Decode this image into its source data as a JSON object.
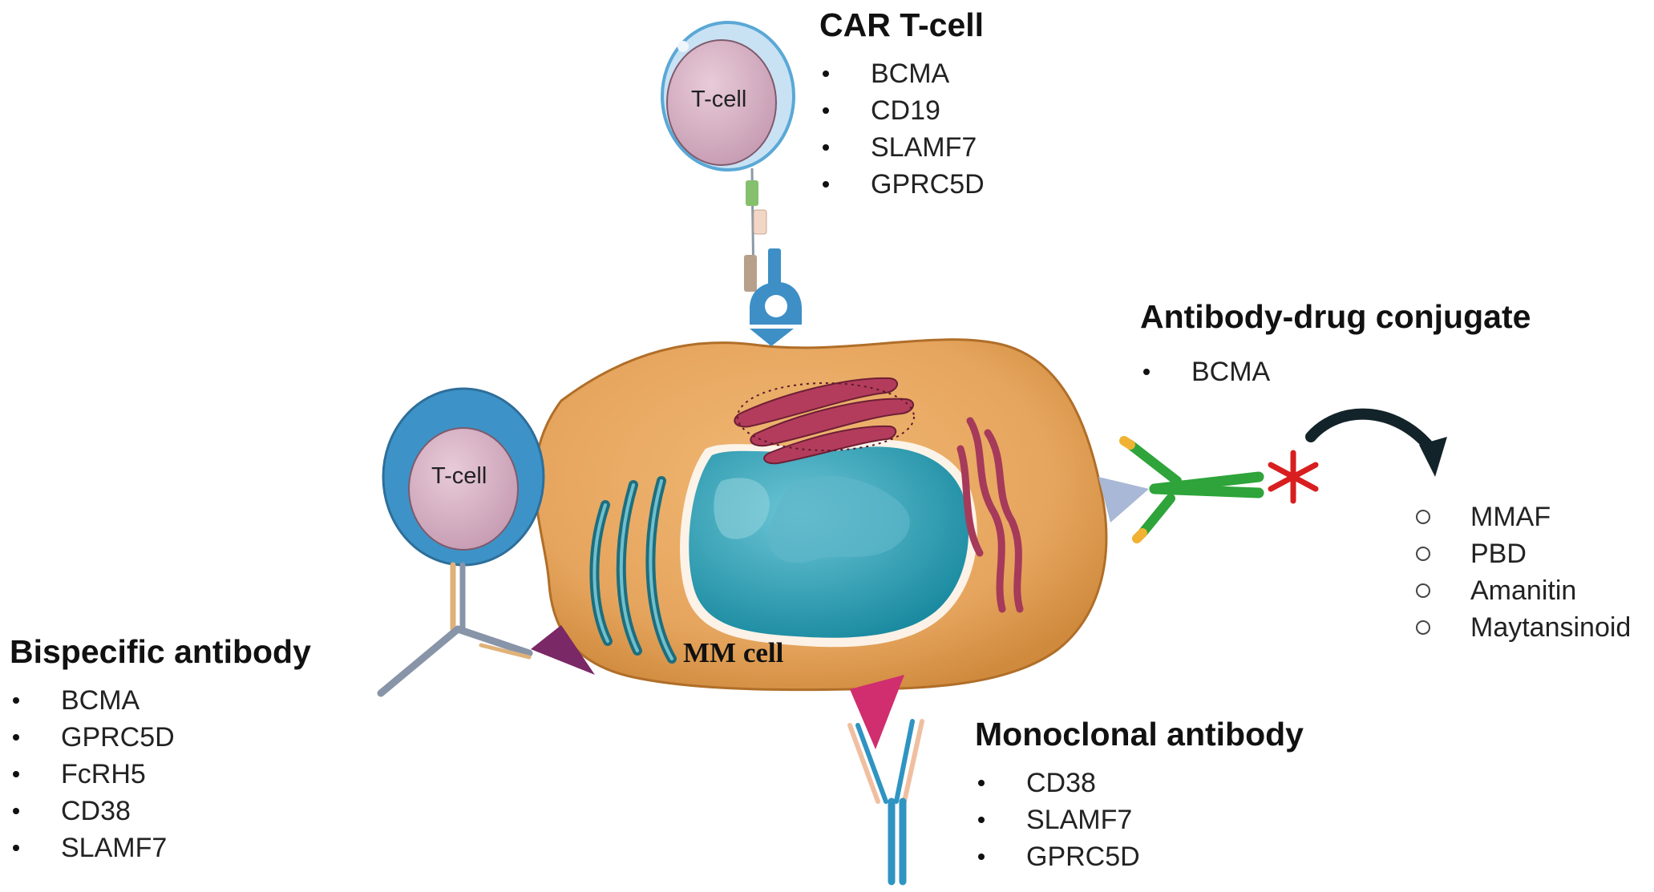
{
  "car_tcell": {
    "title": "CAR T-cell",
    "targets": [
      "BCMA",
      "CD19",
      "SLAMF7",
      "GPRC5D"
    ],
    "cell_label": "T-cell"
  },
  "adc": {
    "title": "Antibody-drug conjugate",
    "targets": [
      "BCMA"
    ],
    "payloads": [
      "MMAF",
      "PBD",
      "Amanitin",
      "Maytansinoid"
    ]
  },
  "bispecific": {
    "title": "Bispecific antibody",
    "targets": [
      "BCMA",
      "GPRC5D",
      "FcRH5",
      "CD38",
      "SLAMF7"
    ],
    "cell_label": "T-cell"
  },
  "monoclonal": {
    "title": "Monoclonal antibody",
    "targets": [
      "CD38",
      "SLAMF7",
      "GPRC5D"
    ]
  },
  "mm_cell": {
    "label": "MM cell"
  },
  "colors": {
    "cell_body": "#e6a55e",
    "nucleus": "#1f97ad",
    "tcell_membrane": "#3d93c7",
    "tcell_nucleus": "#d9b2c4",
    "adc_heavy": "#2ea43a",
    "payload_star": "#d81e1e",
    "mab_heavy": "#2f94c2",
    "bispecific_arm": "#8894a8"
  }
}
